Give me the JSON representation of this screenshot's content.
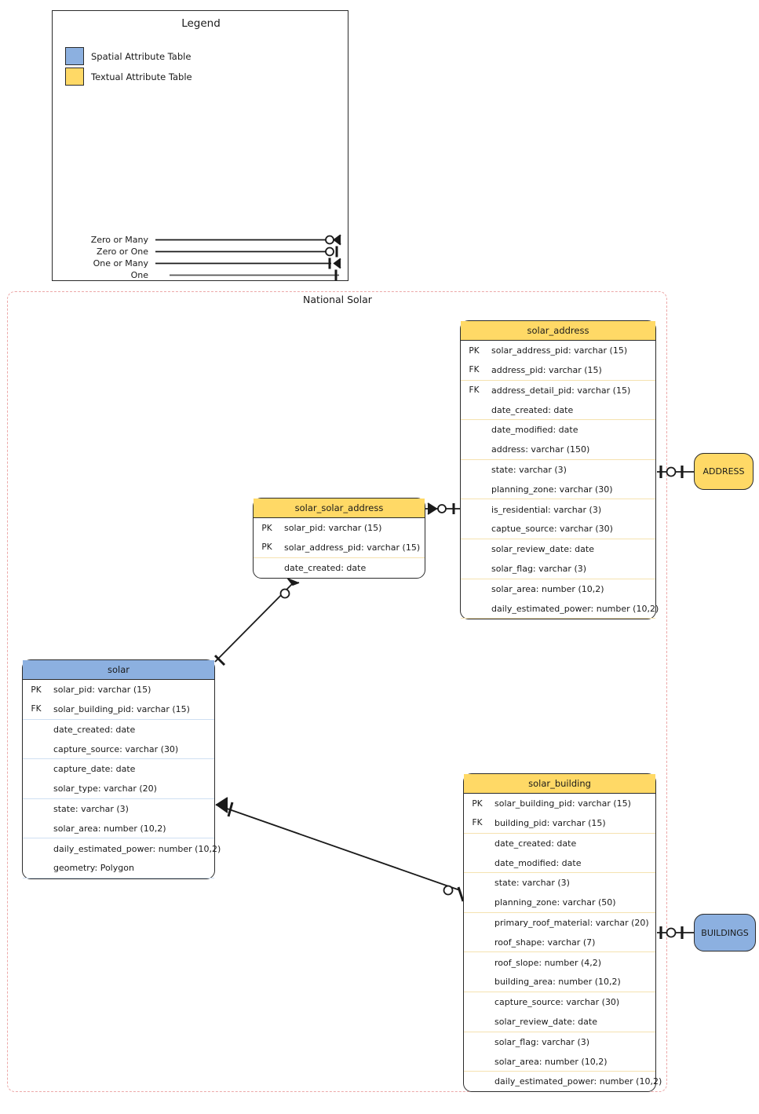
{
  "legend": {
    "title": "Legend",
    "swatches": [
      {
        "label": "Spatial Attribute Table",
        "color": "#8cb0e0"
      },
      {
        "label": "Textual Attribute Table",
        "color": "#ffd966"
      }
    ],
    "cardinalities": [
      {
        "label": "Zero or Many",
        "notation": "circle-crowsfoot"
      },
      {
        "label": "Zero or One",
        "notation": "circle-tick"
      },
      {
        "label": "One or Many",
        "notation": "tick-crowsfoot"
      },
      {
        "label": "One",
        "notation": "tick"
      }
    ]
  },
  "group": {
    "label": "National Solar",
    "border_color": "#eca8a8"
  },
  "entities": [
    {
      "id": "solar_address",
      "name": "solar_address",
      "kind": "textual",
      "attributes": [
        {
          "key": "PK",
          "name": "solar_address_pid: varchar (15)"
        },
        {
          "key": "FK",
          "name": "address_pid: varchar (15)"
        },
        {
          "key": "FK",
          "name": "address_detail_pid: varchar (15)"
        },
        {
          "key": "",
          "name": "date_created: date"
        },
        {
          "key": "",
          "name": "date_modified: date"
        },
        {
          "key": "",
          "name": "address: varchar (150)"
        },
        {
          "key": "",
          "name": "state: varchar (3)"
        },
        {
          "key": "",
          "name": "planning_zone: varchar (30)"
        },
        {
          "key": "",
          "name": "is_residential: varchar (3)"
        },
        {
          "key": "",
          "name": "captue_source: varchar (30)"
        },
        {
          "key": "",
          "name": "solar_review_date: date"
        },
        {
          "key": "",
          "name": "solar_flag: varchar (3)"
        },
        {
          "key": "",
          "name": "solar_area: number (10,2)"
        },
        {
          "key": "",
          "name": "daily_estimated_power: number (10,2)"
        }
      ]
    },
    {
      "id": "solar_solar_address",
      "name": "solar_solar_address",
      "kind": "textual",
      "attributes": [
        {
          "key": "PK",
          "name": "solar_pid: varchar (15)"
        },
        {
          "key": "PK",
          "name": "solar_address_pid: varchar (15)"
        },
        {
          "key": "",
          "name": "date_created: date"
        }
      ]
    },
    {
      "id": "solar",
      "name": "solar",
      "kind": "spatial",
      "attributes": [
        {
          "key": "PK",
          "name": "solar_pid: varchar (15)"
        },
        {
          "key": "FK",
          "name": "solar_building_pid: varchar (15)"
        },
        {
          "key": "",
          "name": "date_created: date"
        },
        {
          "key": "",
          "name": "capture_source: varchar (30)"
        },
        {
          "key": "",
          "name": "capture_date: date"
        },
        {
          "key": "",
          "name": "solar_type: varchar (20)"
        },
        {
          "key": "",
          "name": "state: varchar (3)"
        },
        {
          "key": "",
          "name": "solar_area: number (10,2)"
        },
        {
          "key": "",
          "name": "daily_estimated_power: number (10,2)"
        },
        {
          "key": "",
          "name": "geometry: Polygon"
        }
      ]
    },
    {
      "id": "solar_building",
      "name": "solar_building",
      "kind": "textual",
      "attributes": [
        {
          "key": "PK",
          "name": "solar_building_pid: varchar (15)"
        },
        {
          "key": "FK",
          "name": "building_pid: varchar (15)"
        },
        {
          "key": "",
          "name": "date_created: date"
        },
        {
          "key": "",
          "name": "date_modified: date"
        },
        {
          "key": "",
          "name": "state: varchar (3)"
        },
        {
          "key": "",
          "name": "planning_zone: varchar (50)"
        },
        {
          "key": "",
          "name": "primary_roof_material: varchar (20)"
        },
        {
          "key": "",
          "name": "roof_shape: varchar (7)"
        },
        {
          "key": "",
          "name": "roof_slope: number (4,2)"
        },
        {
          "key": "",
          "name": "building_area: number (10,2)"
        },
        {
          "key": "",
          "name": "capture_source: varchar (30)"
        },
        {
          "key": "",
          "name": "solar_review_date: date"
        },
        {
          "key": "",
          "name": "solar_flag: varchar (3)"
        },
        {
          "key": "",
          "name": "solar_area: number (10,2)"
        },
        {
          "key": "",
          "name": "daily_estimated_power: number (10,2)"
        }
      ]
    }
  ],
  "external_entities": [
    {
      "id": "address",
      "name": "ADDRESS",
      "kind": "textual"
    },
    {
      "id": "buildings",
      "name": "BUILDINGS",
      "kind": "spatial"
    }
  ]
}
